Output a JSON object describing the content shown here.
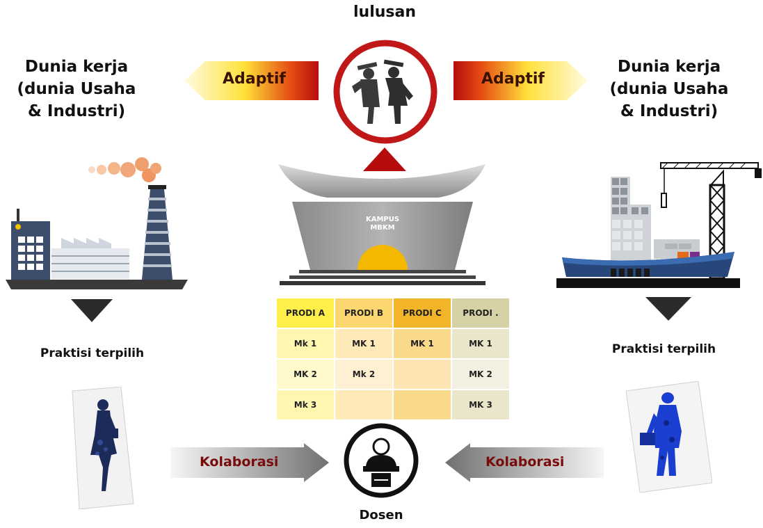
{
  "top_label": "lulusan",
  "left_world": [
    "Dunia kerja",
    "(dunia Usaha",
    "& Industri)"
  ],
  "right_world": [
    "Dunia kerja",
    "(dunia Usaha",
    "& Industri)"
  ],
  "adaptif_left": "Adaptif",
  "adaptif_right": "Adaptif",
  "campus_label": [
    "KAMPUS",
    "MBKM"
  ],
  "praktisi_left": "Praktisi terpilih",
  "praktisi_right": "Praktisi terpilih",
  "kolaborasi_left": "Kolaborasi",
  "kolaborasi_right": "Kolaborasi",
  "dosen_label": "Dosen",
  "table": {
    "headers": [
      "PRODI  A",
      "PRODI B",
      "PRODI C",
      "PRODI ."
    ],
    "rows": [
      [
        "Mk  1",
        "MK 1",
        "MK 1",
        "MK 1"
      ],
      [
        "MK 2",
        "Mk 2",
        "",
        "MK 2"
      ],
      [
        "Mk 3",
        "",
        "",
        "MK 3"
      ]
    ]
  },
  "colors": {
    "accent_red": "#b50d0d",
    "col_a": "#ffef4a",
    "col_b": "#fcd770",
    "col_c": "#f2b52a",
    "col_d": "#d6d2a6"
  }
}
